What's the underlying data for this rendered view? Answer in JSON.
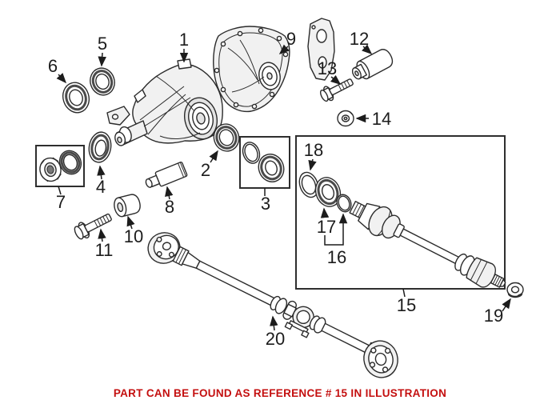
{
  "caption": {
    "text": "PART CAN BE FOUND AS REFERENCE # 15 IN ILLUSTRATION",
    "color": "#C40F0F"
  },
  "figure": {
    "ref_labels": [
      "1",
      "2",
      "3",
      "4",
      "5",
      "6",
      "7",
      "8",
      "9",
      "10",
      "11",
      "12",
      "13",
      "14",
      "15",
      "16",
      "17",
      "18",
      "19",
      "20"
    ]
  }
}
